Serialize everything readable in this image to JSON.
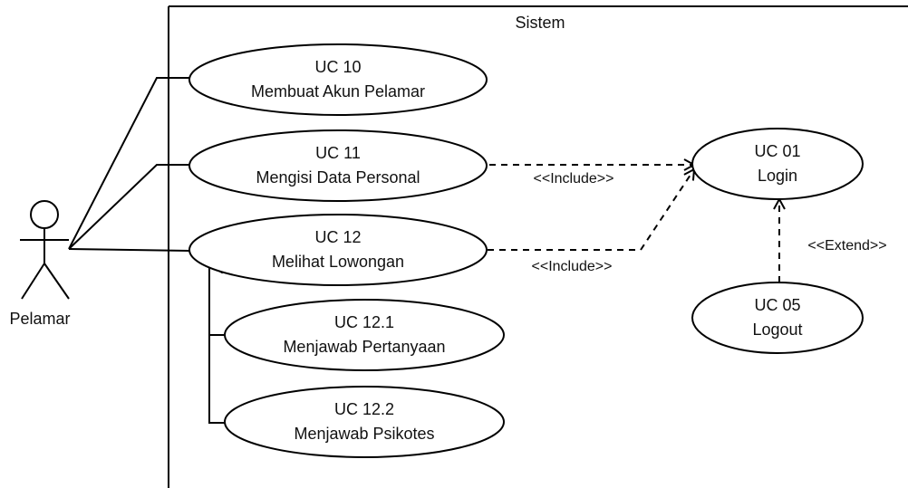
{
  "system": {
    "label": "Sistem"
  },
  "actor": {
    "name": "Pelamar"
  },
  "use_cases": {
    "uc10": {
      "id": "UC 10",
      "name": "Membuat Akun Pelamar"
    },
    "uc11": {
      "id": "UC 11",
      "name": "Mengisi Data Personal"
    },
    "uc12": {
      "id": "UC 12",
      "name": "Melihat Lowongan"
    },
    "uc121": {
      "id": "UC 12.1",
      "name": "Menjawab Pertanyaan"
    },
    "uc122": {
      "id": "UC 12.2",
      "name": "Menjawab Psikotes"
    },
    "uc01": {
      "id": "UC 01",
      "name": "Login"
    },
    "uc05": {
      "id": "UC 05",
      "name": "Logout"
    }
  },
  "relations": {
    "uc11_login": "<<Include>>",
    "uc12_login": "<<Include>>",
    "logout_login": "<<Extend>>"
  }
}
